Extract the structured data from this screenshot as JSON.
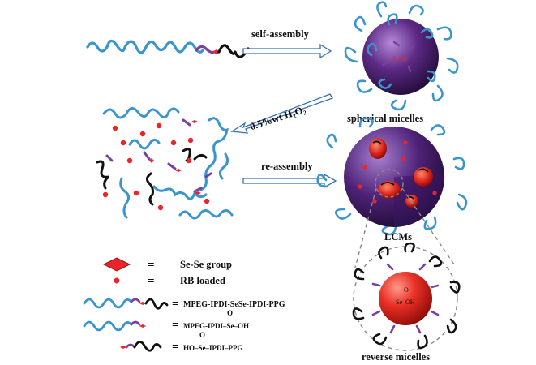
{
  "labels": {
    "self_assembly": "self-assembly",
    "h2o2": "0.5%wt H₂O₂",
    "re_assembly": "re-assembly",
    "spherical_micelles": "spherical micelles",
    "lcms": "LCMs",
    "reverse_micelles": "reverse micelles",
    "core_text": "Se-Se"
  },
  "legend": {
    "equals": "=",
    "items": [
      {
        "label": "Se-Se group"
      },
      {
        "label": "RB loaded"
      },
      {
        "label": "MPEG-IPDI-SeSe-IPDI-PPG"
      }
    ],
    "formula1": {
      "main": "MPEG-IPDI–Se–OH",
      "oxygen": "O"
    },
    "formula2": {
      "main": "HO–Se–IPDI–PPG",
      "oxygen": "O"
    }
  },
  "reverse_core": {
    "oxygen": "O",
    "text": "Se–OH"
  },
  "colors": {
    "blue_chain": "#3a95cf",
    "purple_segment": "#7b3fa0",
    "black_chain": "#111111",
    "rb_dot": "#e8262a",
    "micelle": "#4b1d6e",
    "micelle_highlight": "#9a6bc6",
    "core_red": "#e8262a",
    "arrow": "#3a6fb0"
  }
}
